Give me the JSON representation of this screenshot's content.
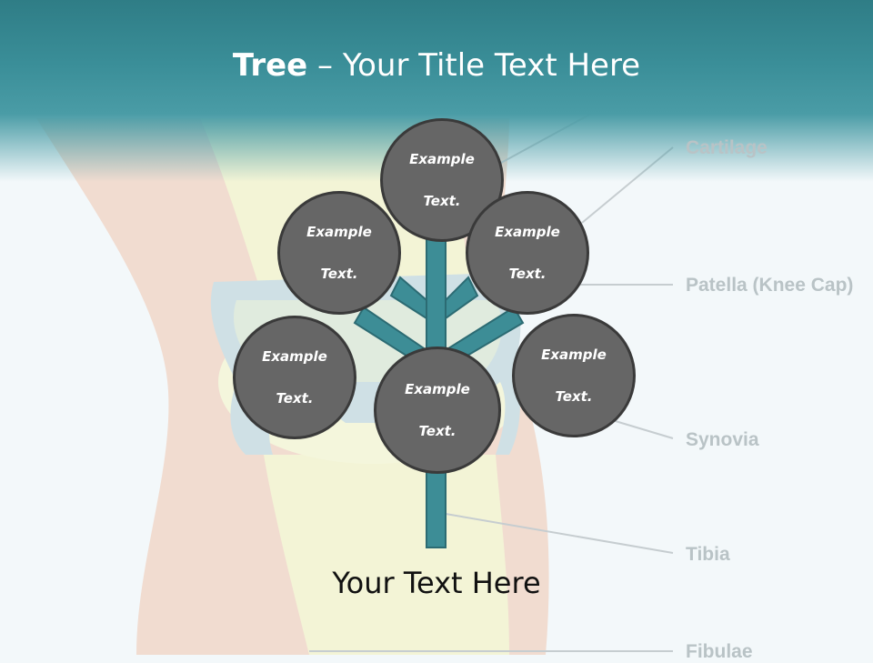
{
  "slide": {
    "title_bold": "Tree",
    "title_rest": " – Your Title Text Here",
    "caption": "Your Text Here"
  },
  "background_labels": [
    "Cartilage",
    "Patella (Knee Cap)",
    "Synovia",
    "Tibia",
    "Fibulae"
  ],
  "nodes": [
    {
      "line1": "Example",
      "line2": "Text."
    },
    {
      "line1": "Example",
      "line2": "Text."
    },
    {
      "line1": "Example",
      "line2": "Text."
    },
    {
      "line1": "Example",
      "line2": "Text."
    },
    {
      "line1": "Example",
      "line2": "Text."
    },
    {
      "line1": "Example",
      "line2": "Text."
    }
  ],
  "colors": {
    "header": "#3a8e98",
    "branch": "#3d8d96",
    "node_fill": "#666666",
    "node_border": "#3a3a3a",
    "label_gray": "#b9c3c6"
  }
}
